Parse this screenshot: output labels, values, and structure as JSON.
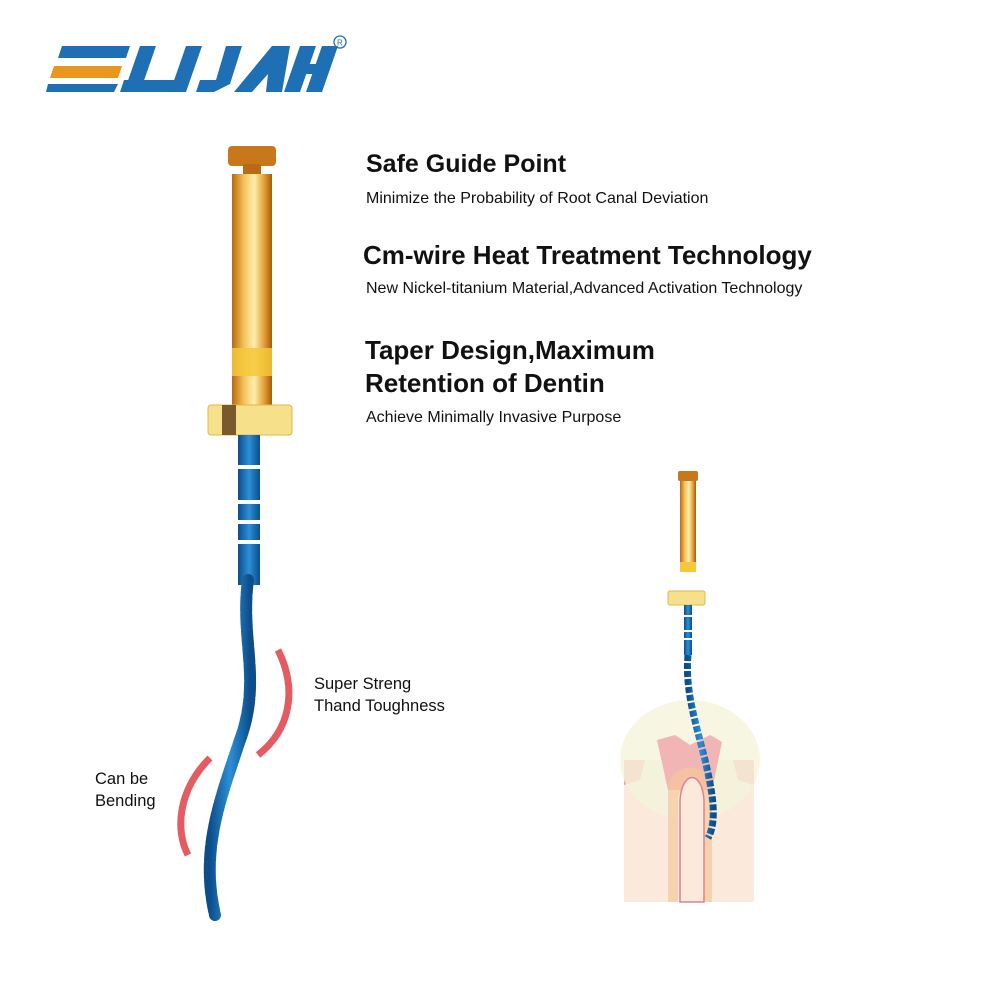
{
  "brand": {
    "logo_text": "ELIJAH",
    "registered_mark": "®"
  },
  "features": [
    {
      "title": "Safe Guide Point",
      "subtitle": "Minimize the Probability of Root Canal Deviation"
    },
    {
      "title": "Cm-wire Heat Treatment Technology",
      "subtitle": "New Nickel-titanium Material,Advanced Activation Technology"
    },
    {
      "title_line1": "Taper Design,Maximum",
      "title_line2": "Retention of Dentin",
      "subtitle": "Achieve Minimally Invasive Purpose"
    }
  ],
  "callouts": {
    "strength_line1": "Super Streng",
    "strength_line2": "Thand Toughness",
    "bending_line1": "Can be",
    "bending_line2": "Bending"
  },
  "colors": {
    "brand_blue": "#1f6fb5",
    "brand_orange": "#e8961e",
    "file_blue": "#1a6fb8",
    "gold": "#e0a040",
    "accent_red": "#d9262c"
  }
}
